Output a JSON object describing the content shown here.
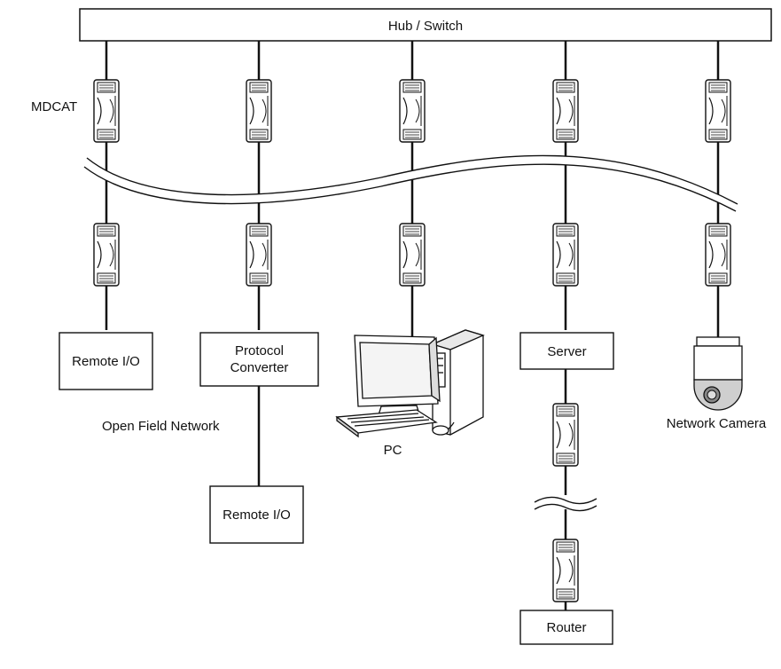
{
  "hub": {
    "label": "Hub / Switch"
  },
  "legend": {
    "mdcat": "MDCAT"
  },
  "devices": {
    "remote_io_1": "Remote I/O",
    "protocol_converter_line1": "Protocol",
    "protocol_converter_line2": "Converter",
    "open_field_network": "Open Field Network",
    "remote_io_2": "Remote I/O",
    "pc": "PC",
    "server": "Server",
    "router": "Router",
    "network_camera": "Network Camera"
  }
}
